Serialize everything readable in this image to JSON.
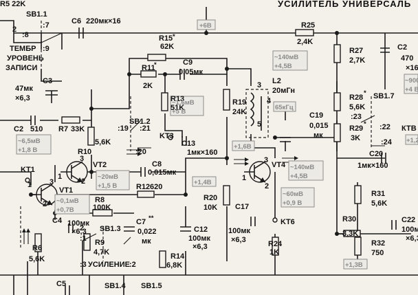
{
  "title": "УСИЛИТЕЛЬ УНИВЕРСАЛЬ",
  "components": {
    "r5": "R5 22K",
    "sb11": "SB1.1",
    "c6": "C6",
    "c6_val": "220мк×16",
    "r15": "R15",
    "r15_star": "*",
    "r15_val": "62K",
    "r25": "R25",
    "r25_val": "2,4K",
    "c2_top": "C2",
    "c2_top_val1": "470",
    "c2_top_val2": "×16",
    "r27": "R27",
    "r27_val": "2,7K",
    "timbre1": "ТЕМБР",
    "timbre2": "УРОВЕНЬ",
    "timbre3": "ЗАПИСИ",
    "c3": "C3",
    "c3_val1": "47мк",
    "c3_val2": "×6,3",
    "r11": "R11",
    "r11_star": "*",
    "r11_val": "2K",
    "c9": "C9",
    "c9_val": "0,05мк",
    "r13": "R13",
    "r13_val": "51K",
    "l2": "L2",
    "l2_val": "20мГн",
    "r19": "R19",
    "r19_val": "24K",
    "c19": "C19",
    "c19_val1": "0,015",
    "c19_val2": "мк",
    "r28": "R28",
    "r28_star": "*",
    "r28_val": "5,6K",
    "sb17": "SB1.7",
    "ktv": "КТВ",
    "r29": "R29",
    "r29_star": "*",
    "r29_val": "3K",
    "c2": "C2",
    "c2_val": "510",
    "r7": "R7",
    "r7_val": "33K",
    "sb12": "SB1.2",
    "kt3": "KT3",
    "c13": "C13",
    "c13_val": "1мк×160",
    "r10": "R10",
    "r10_val": "5,6K",
    "c20": "C20",
    "c20_val": "1мк×160",
    "kt1": "KT1",
    "vt1": "VT1",
    "vt2": "VT2",
    "c8": "C8",
    "c8_val": "0,015мк",
    "vt4": "VT4",
    "r12": "R12",
    "r12_val": "620",
    "r20": "R20",
    "r20_val": "10K",
    "r31": "R31",
    "r31_val": "5,6K",
    "r8": "R8",
    "r8_val": "100K",
    "c17": "C17",
    "c22": "C22",
    "c22_val1": "100м",
    "c22_val2": "×6,3",
    "c4": "C4",
    "c4_val1": "100мк",
    "c4_val2": "×6,3",
    "sb13": "SB1.3",
    "c7": "C7",
    "c7_star": "**",
    "c7_val1": "0,022",
    "c7_val2": "мк",
    "r30": "R30",
    "r30_val": "3,3K",
    "c12": "C12",
    "c12_val1": "100мк",
    "c12_val2": "×6,3",
    "kt6": "KT6",
    "r9": "R9",
    "r9_val": "4,7K",
    "r6": "R6",
    "r6_val": "5,6K",
    "c17_val1": "100мк",
    "c17_val2": "×6,3",
    "r24": "R24",
    "r24_val": "1K",
    "r32": "R32",
    "r32_val": "750",
    "r14": "R14",
    "r14_val": "6,8K",
    "gain": "УСИЛЕНИЕ",
    "c5": "C5",
    "sb14": "SB1.4",
    "sb15": "SB1.5"
  },
  "pins": {
    "p2": "2",
    "p8": ":8",
    "p7": ":7",
    "p9": ":9",
    "p19": ":19",
    "p21": ":21",
    "p20": ":20",
    "l2_3": "3",
    "l2_4": "4",
    "l2_5": "5",
    "p22": ":22",
    "p23": ":23",
    "p24": ":24",
    "vt1_1": "1",
    "vt1_2": "2",
    "vt1_3": "3",
    "vt2_1": "1",
    "vt2_2": "2",
    "vt2_3": "3",
    "vt4_1": "1",
    "vt4_2": "2",
    "vt4_3": "3",
    "sb13_2a": "2",
    "sb13_1": ":1",
    "sb13_3": ":3",
    "sb13_2": ":2"
  },
  "readings": {
    "v6": "+6В",
    "v140a": "~140мВ",
    "v45a": "+4,5В",
    "v900": "~900",
    "v4": "+4 В",
    "v65": "~6,5мВ",
    "v18": "+1,8 В",
    "v16mv": "~1,6мВ",
    "v5": "+5 В",
    "f65": "65кГц",
    "v16b": "+1,6В",
    "v12": "+1,2",
    "v20mv": "~20мВ",
    "v15": "+1,5 В",
    "v140b": "~140мВ",
    "v45b": "+4,5В",
    "v14": "+1,4В",
    "v01": "~0,1мВ",
    "v07": "+0,7В",
    "v60": "~60мВ",
    "v09": "+0,9 В",
    "v13": "+1,3В"
  }
}
